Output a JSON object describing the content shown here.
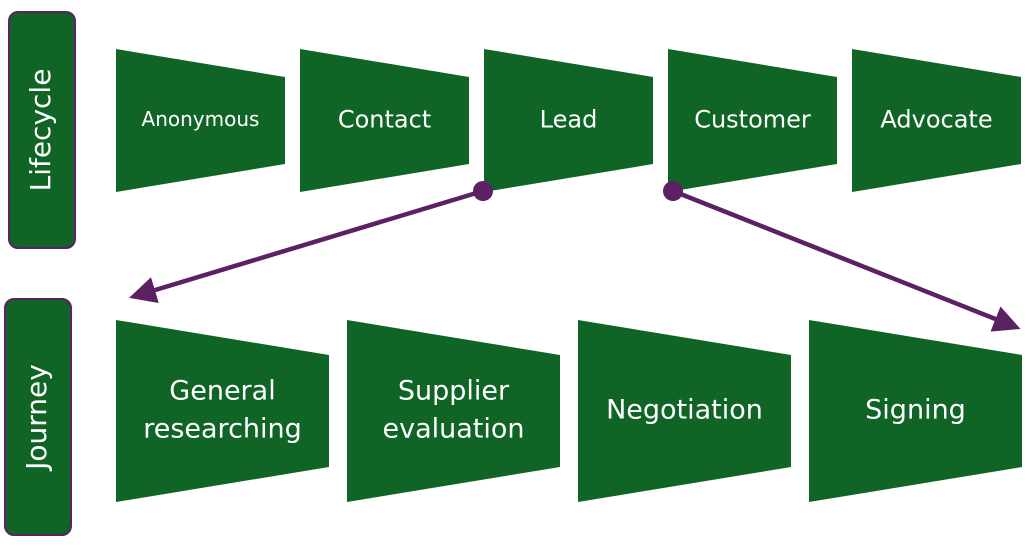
{
  "colors": {
    "shape_fill": "#0f6426",
    "label_border": "#5b2163",
    "arrow": "#5b2163",
    "text": "#ffffff"
  },
  "rows": {
    "lifecycle": {
      "title": "Lifecycle",
      "stages": [
        {
          "lines": [
            "Anonymous"
          ]
        },
        {
          "lines": [
            "Contact"
          ]
        },
        {
          "lines": [
            "Lead"
          ]
        },
        {
          "lines": [
            "Customer"
          ]
        },
        {
          "lines": [
            "Advocate"
          ]
        }
      ]
    },
    "journey": {
      "title": "Journey",
      "stages": [
        {
          "lines": [
            "General",
            "researching"
          ]
        },
        {
          "lines": [
            "Supplier",
            "evaluation"
          ]
        },
        {
          "lines": [
            "Negotiation"
          ]
        },
        {
          "lines": [
            "Signing"
          ]
        }
      ]
    }
  },
  "connectors": [
    {
      "from": "lifecycle.Lead",
      "to": "journey.start",
      "description": "Lead maps to start of Journey"
    },
    {
      "from": "lifecycle.Customer",
      "to": "journey.end",
      "description": "Customer maps to end of Journey"
    }
  ]
}
